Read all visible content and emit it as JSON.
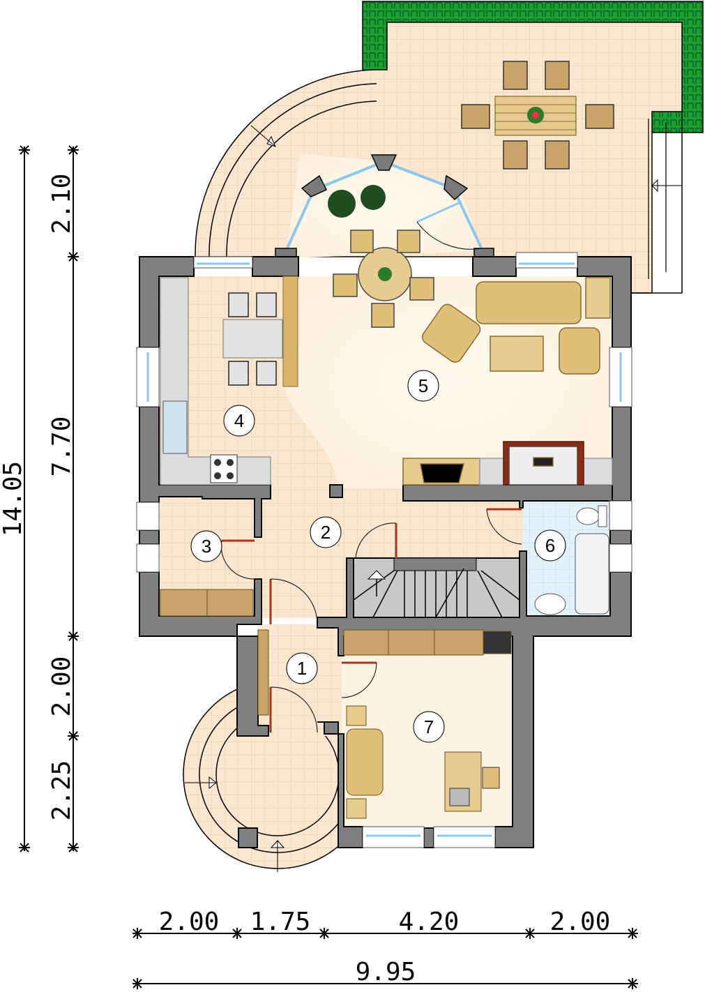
{
  "rooms": [
    {
      "number": "1"
    },
    {
      "number": "2"
    },
    {
      "number": "3"
    },
    {
      "number": "4"
    },
    {
      "number": "5"
    },
    {
      "number": "6"
    },
    {
      "number": "7"
    }
  ],
  "dimensions": {
    "total_height": "14.05",
    "vertical_segments": [
      "2.10",
      "7.70",
      "2.00",
      "2.25"
    ],
    "horizontal_segments": [
      "2.00",
      "1.75",
      "4.20",
      "2.00"
    ],
    "total_width": "9.95"
  },
  "colors": {
    "wall": "#808080",
    "floor_tile": "#fbe3c8",
    "living_floor": "#fdf5e6",
    "bathroom_tile": "#dceefa",
    "terrace_border": "#1a9a2a",
    "furniture": "#e0bf78",
    "counter": "#dcdcdc"
  }
}
